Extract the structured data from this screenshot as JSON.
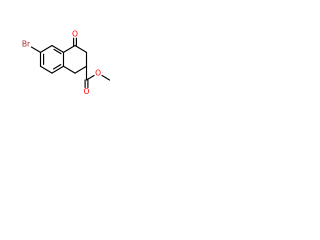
{
  "molecule": {
    "atoms": {
      "bromine": {
        "symbol": "Br",
        "color": "#a52a2a"
      },
      "ketone_oxygen": {
        "symbol": "O",
        "color": "#ff0000"
      },
      "ester_carbonyl_oxygen": {
        "symbol": "O",
        "color": "#ff0000"
      },
      "ester_ether_oxygen": {
        "symbol": "O",
        "color": "#ff0000"
      }
    },
    "bond_color": "#000000",
    "background": "#ffffff"
  }
}
